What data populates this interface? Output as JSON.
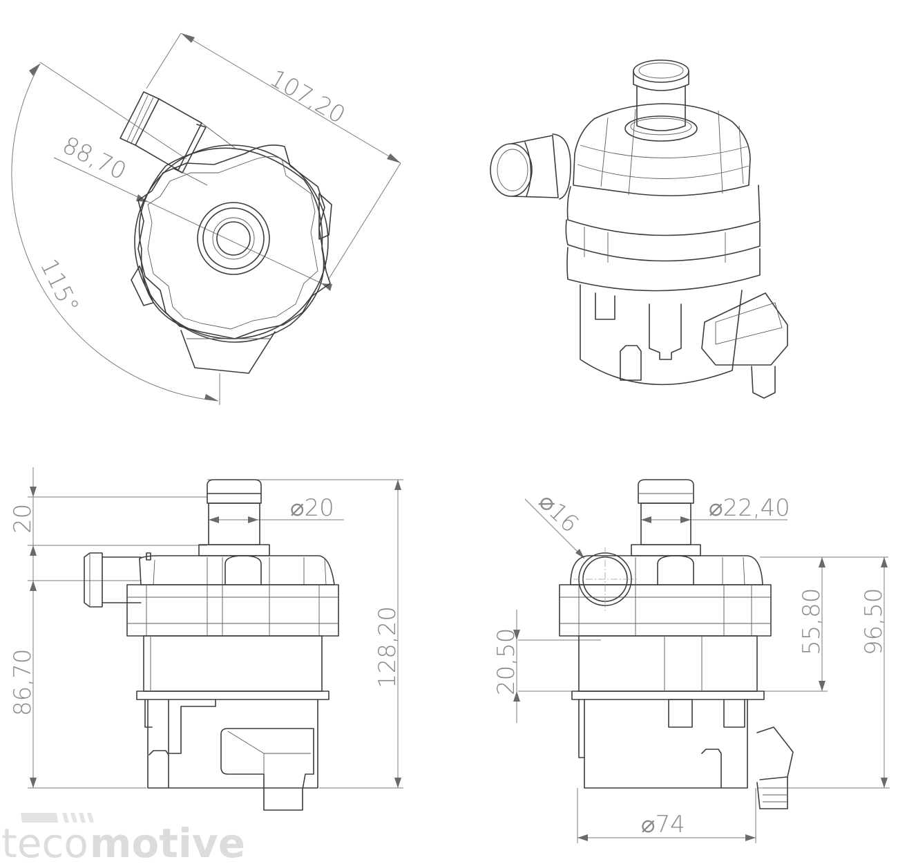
{
  "logo": {
    "part1": "teco",
    "part2": "motive"
  },
  "top_left_view": {
    "dim_length": "107,20",
    "dim_width": "88,70",
    "dim_angle": "115°"
  },
  "bottom_left_view": {
    "dim_inlet_height": "20",
    "dim_inlet_diameter": "⌀20",
    "dim_total_height": "128,20",
    "dim_side_outlet_height": "86,70"
  },
  "bottom_right_view": {
    "dim_side_outlet_diameter": "⌀16",
    "dim_top_outlet_diameter": "⌀22,40",
    "dim_height_a": "55,80",
    "dim_height_b": "96,50",
    "dim_band": "20,50",
    "dim_body_diameter": "⌀74"
  }
}
